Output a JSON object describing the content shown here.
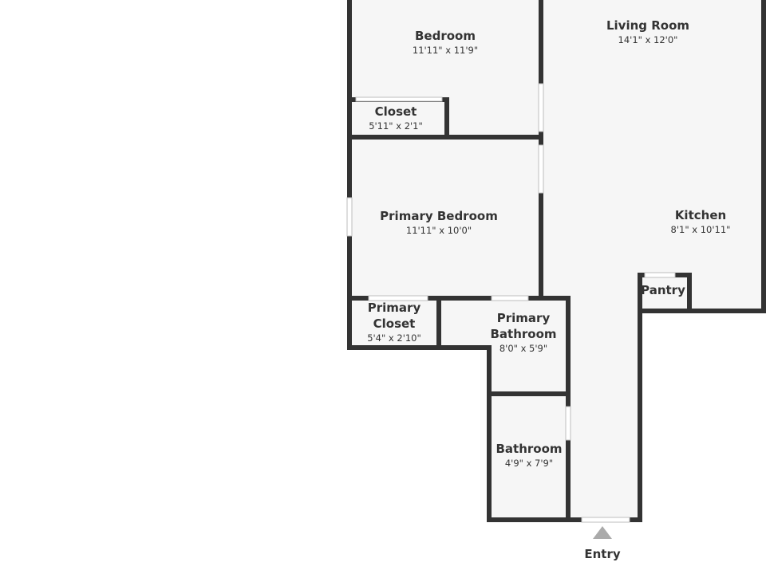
{
  "rooms": {
    "bedroom": {
      "name": "Bedroom",
      "dims": "11'11\" x 11'9\""
    },
    "closet": {
      "name": "Closet",
      "dims": "5'11\" x 2'1\""
    },
    "living_room": {
      "name": "Living Room",
      "dims": "14'1\" x 12'0\""
    },
    "primary_bedroom": {
      "name": "Primary Bedroom",
      "dims": "11'11\" x 10'0\""
    },
    "kitchen": {
      "name": "Kitchen",
      "dims": "8'1\" x 10'11\""
    },
    "pantry": {
      "name": "Pantry"
    },
    "primary_closet": {
      "name_line1": "Primary",
      "name_line2": "Closet",
      "dims": "5'4\" x 2'10\""
    },
    "primary_bathroom": {
      "name_line1": "Primary",
      "name_line2": "Bathroom",
      "dims": "8'0\" x 5'9\""
    },
    "bathroom": {
      "name": "Bathroom",
      "dims": "4'9\" x 7'9\""
    }
  },
  "entry": {
    "label": "Entry"
  }
}
